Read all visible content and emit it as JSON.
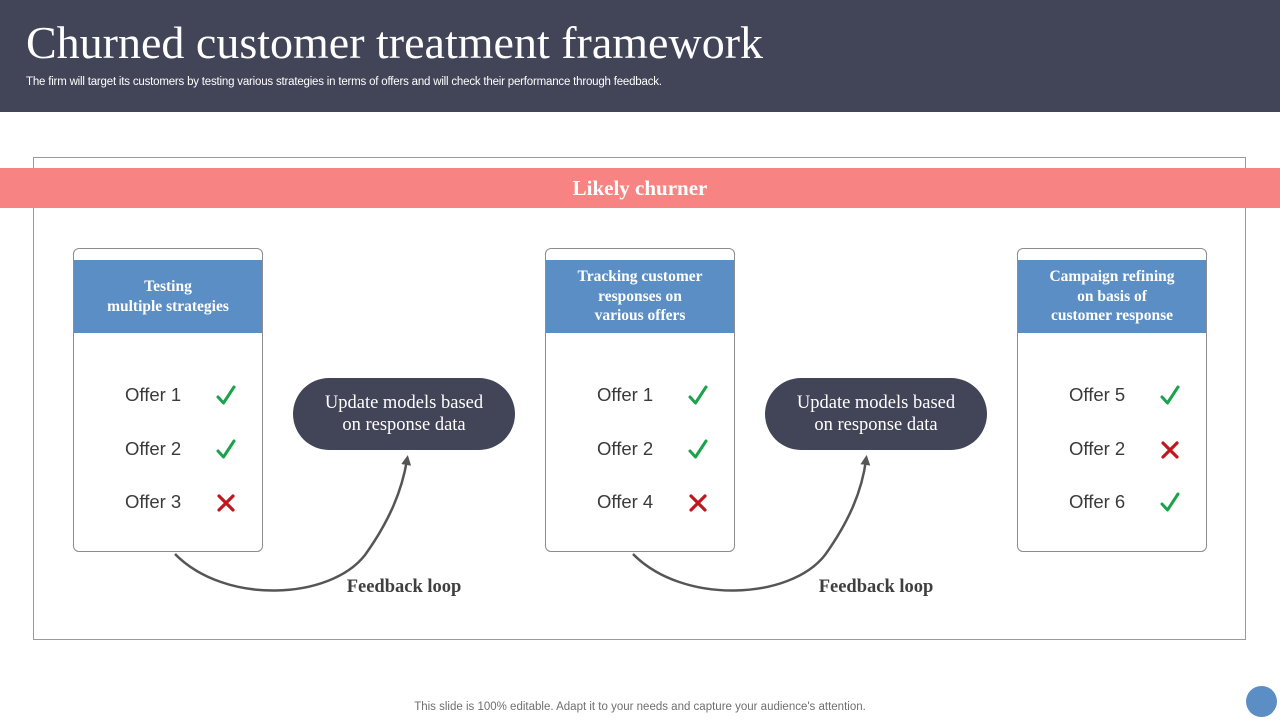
{
  "header": {
    "title": "Churned customer treatment framework",
    "subtitle": "The firm will target its customers by testing various strategies in terms of offers and will check their performance through feedback."
  },
  "banner": {
    "label": "Likely churner"
  },
  "cards": [
    {
      "title_lines": [
        "Testing",
        "multiple strategies"
      ],
      "offers": [
        {
          "label": "Offer 1",
          "status": "check"
        },
        {
          "label": "Offer 2",
          "status": "check"
        },
        {
          "label": "Offer 3",
          "status": "cross"
        }
      ]
    },
    {
      "title_lines": [
        "Tracking customer",
        "responses on",
        "various offers"
      ],
      "offers": [
        {
          "label": "Offer 1",
          "status": "check"
        },
        {
          "label": "Offer 2",
          "status": "check"
        },
        {
          "label": "Offer 4",
          "status": "cross"
        }
      ]
    },
    {
      "title_lines": [
        "Campaign refining",
        "on basis of",
        "customer response"
      ],
      "offers": [
        {
          "label": "Offer 5",
          "status": "check"
        },
        {
          "label": "Offer 2",
          "status": "cross"
        },
        {
          "label": "Offer 6",
          "status": "check"
        }
      ]
    }
  ],
  "pills": [
    {
      "lines": [
        "Update models based",
        "on response data"
      ]
    },
    {
      "lines": [
        "Update models based",
        "on response data"
      ]
    }
  ],
  "feedback_labels": [
    "Feedback loop",
    "Feedback loop"
  ],
  "footer": {
    "text": "This slide is 100% editable. Adapt it to your needs and capture your audience's attention."
  },
  "colors": {
    "header_bg": "#424457",
    "banner_bg": "#f78383",
    "card_head_bg": "#5b8ec4",
    "check": "#1aa34a",
    "cross": "#c0161e",
    "pill_bg": "#424457"
  },
  "icons": {
    "check": "check-icon",
    "cross": "cross-icon"
  }
}
